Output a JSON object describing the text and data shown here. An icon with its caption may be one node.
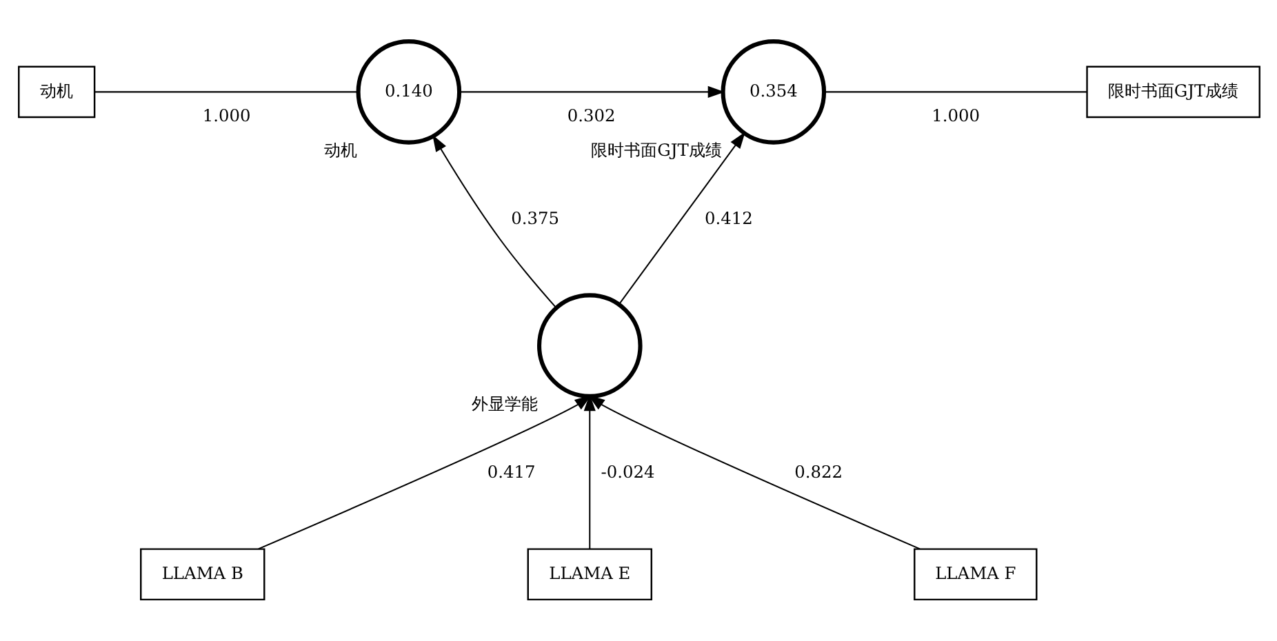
{
  "diagram": {
    "nodes": [
      {
        "text": [
          "动机"
        ]
      },
      {
        "text": [
          "0.140"
        ],
        "beside": [
          "动机"
        ]
      },
      {
        "text": [
          "0.354"
        ],
        "beside": [
          "限时书面GJT成绩"
        ]
      },
      {
        "text": [
          "限时书面GJT成绩"
        ]
      },
      {
        "text": [],
        "shape": "circle",
        "beside": [
          "外显学能"
        ]
      },
      {
        "text": [
          "LLAMA B"
        ]
      },
      {
        "text": [
          "LLAMA E"
        ]
      },
      {
        "text": [
          "LLAMA F"
        ]
      }
    ],
    "edges": [
      {
        "from": 0,
        "to": 1,
        "arrow": "none",
        "label": "1.000"
      },
      {
        "from": 1,
        "to": 2,
        "arrow": "to",
        "label": "0.302"
      },
      {
        "from": 2,
        "to": 3,
        "arrow": "none",
        "label": "1.000"
      },
      {
        "from": 4,
        "to": 1,
        "arrow": "to",
        "label": "0.375"
      },
      {
        "from": 4,
        "to": 2,
        "arrow": "to",
        "label": "0.412"
      },
      {
        "from": 5,
        "to": 4,
        "arrow": "to",
        "label": "0.417"
      },
      {
        "from": 6,
        "to": 4,
        "arrow": "to",
        "label": "-0.024"
      },
      {
        "from": 7,
        "to": 4,
        "arrow": "to",
        "label": "0.822"
      }
    ]
  }
}
